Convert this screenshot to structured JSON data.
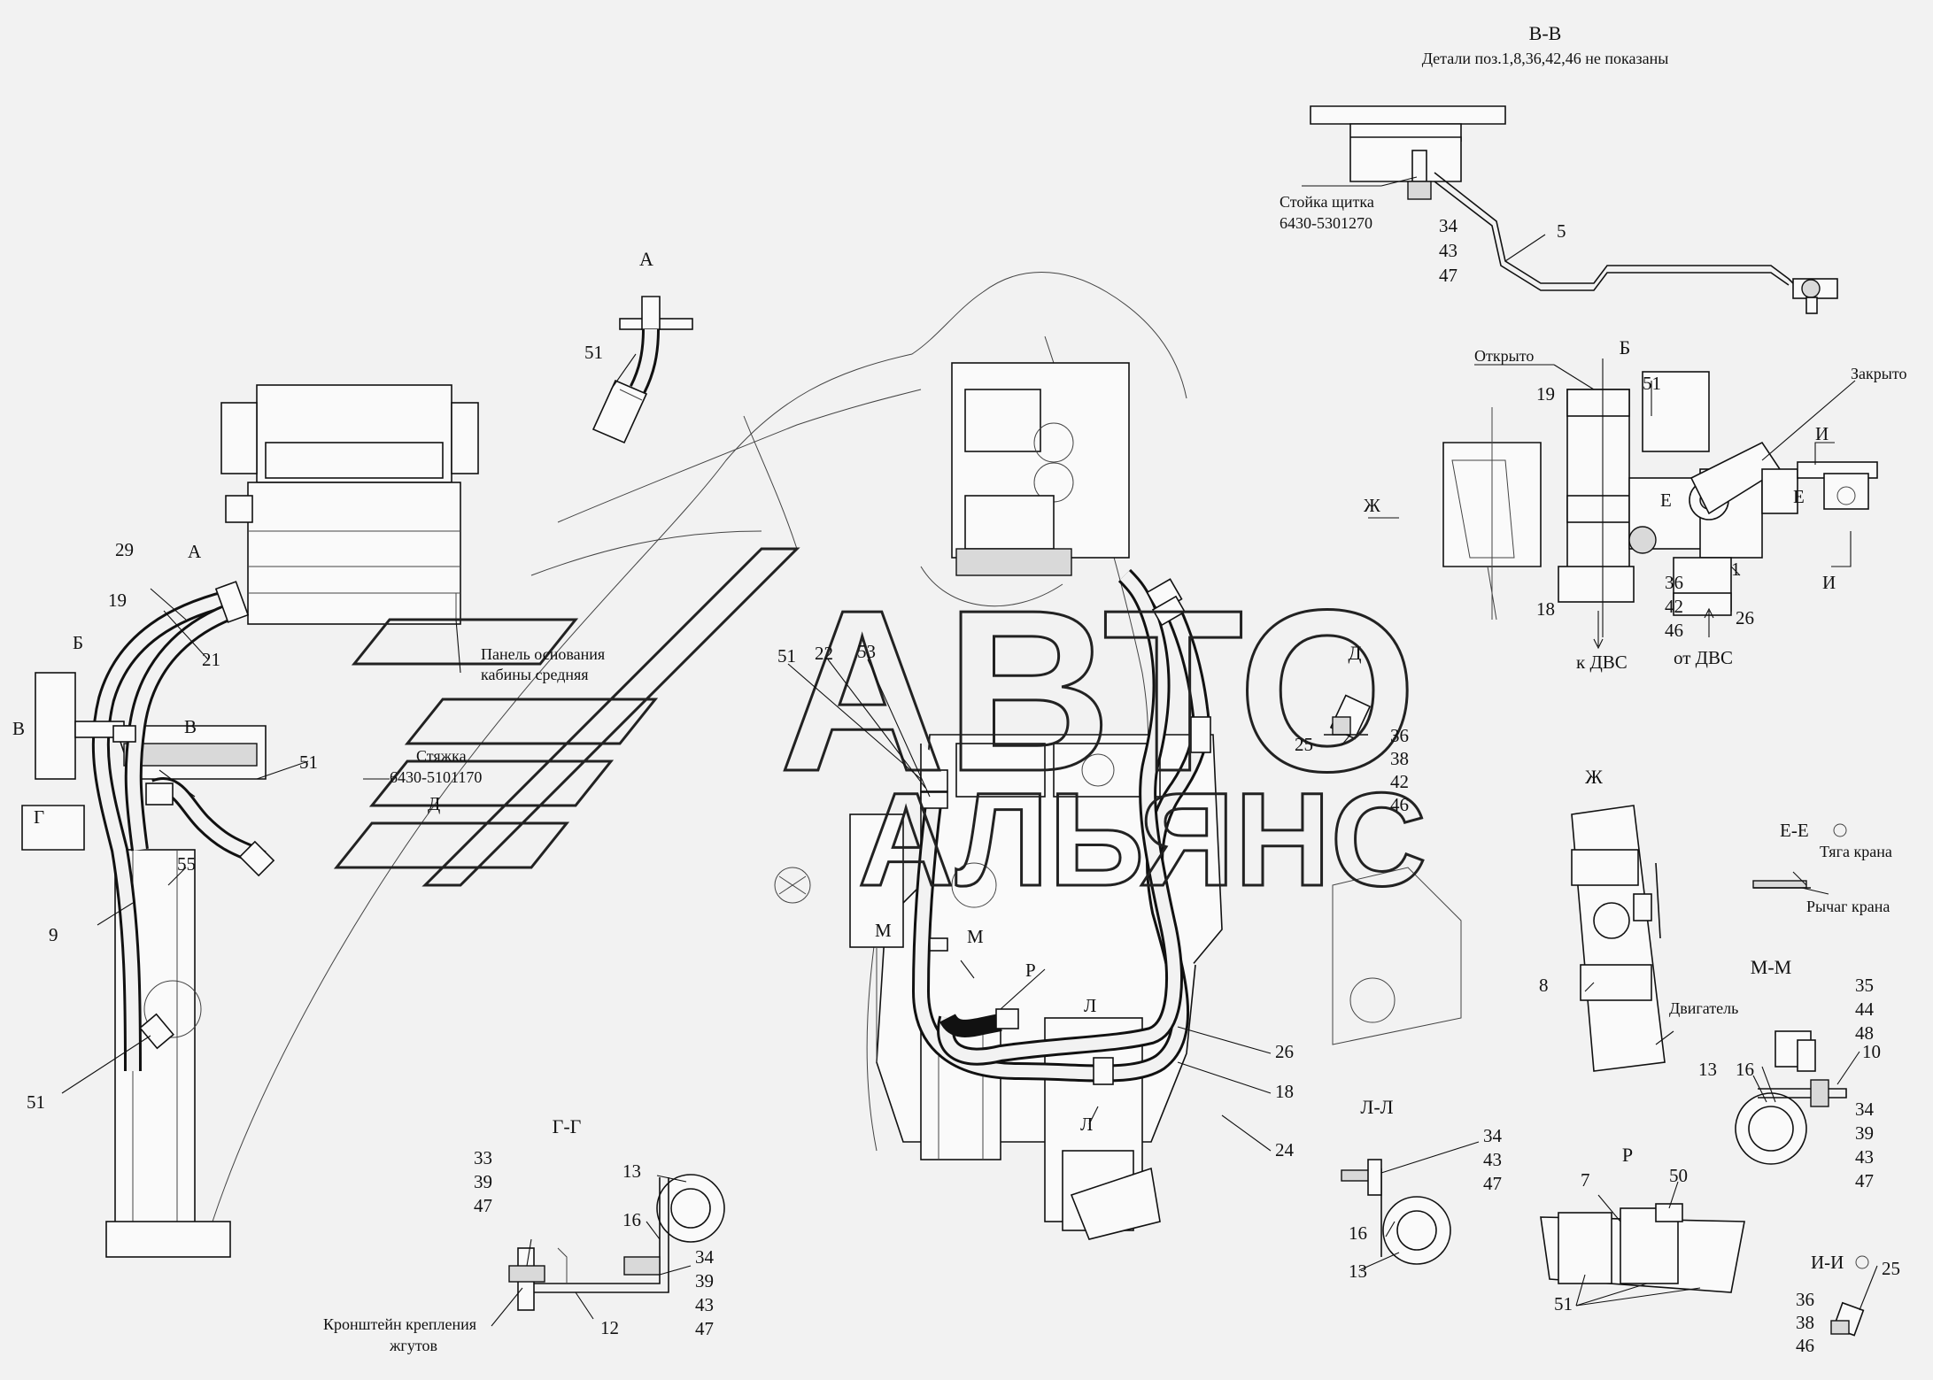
{
  "watermark": {
    "line1": "АВТО",
    "line2": "АЛЬЯНС"
  },
  "views": {
    "bb": {
      "title": "В-В",
      "note": "Детали поз.1,8,36,42,46 не показаны",
      "stand_label": "Стойка щитка",
      "stand_code": "6430-5301270",
      "stack": [
        "34",
        "43",
        "47"
      ],
      "pos": "5"
    },
    "a": {
      "title": "А",
      "pos": "51"
    },
    "b": {
      "title": "Б",
      "open": "Открыто",
      "closed": "Закрыто",
      "to_engine": "к ДВС",
      "from_engine": "от ДВС",
      "stack": [
        "36",
        "42",
        "46"
      ],
      "pos19": "19",
      "pos51": "51",
      "pos1": "1",
      "pos18": "18",
      "pos26": "26",
      "e": "Е",
      "i": "И",
      "zh": "Ж"
    },
    "d": {
      "title": "Д",
      "pos": "25",
      "stack": [
        "36",
        "38",
        "42",
        "46"
      ]
    },
    "zh": {
      "title": "Ж",
      "pos": "8"
    },
    "ee": {
      "title": "Е-Е",
      "rod": "Тяга крана",
      "lever": "Рычаг крана"
    },
    "mm": {
      "title": "М-М",
      "engine": "Двигатель",
      "stack_top": [
        "35",
        "44",
        "48"
      ],
      "stack_bot": [
        "34",
        "39",
        "43",
        "47"
      ],
      "pos13": "13",
      "pos16": "16",
      "pos10": "10"
    },
    "ll": {
      "title": "Л-Л",
      "stack": [
        "34",
        "43",
        "47"
      ],
      "pos16": "16",
      "pos13": "13"
    },
    "r": {
      "title": "Р",
      "pos7": "7",
      "pos50": "50",
      "pos51": "51"
    },
    "ii": {
      "title": "И-И",
      "pos": "25",
      "stack": [
        "36",
        "38",
        "46"
      ]
    },
    "gg": {
      "title": "Г-Г",
      "stack_left": [
        "33",
        "39",
        "47"
      ],
      "stack_right": [
        "34",
        "39",
        "43",
        "47"
      ],
      "pos13": "13",
      "pos16": "16",
      "pos12": "12",
      "bracket1": "Кронштейн крепления",
      "bracket2": "жгутов"
    }
  },
  "main": {
    "panel1": "Панель основания",
    "panel2": "кабины средняя",
    "tie_label": "Стяжка",
    "tie_code": "6430-5101170",
    "labels": {
      "p29": "29",
      "p19": "19",
      "p21": "21",
      "pB": "Б",
      "pV": "В",
      "pV2": "В",
      "pA": "А",
      "pG": "Г",
      "pD": "Д",
      "p51a": "51",
      "p55": "55",
      "p9": "9",
      "p51b": "51",
      "p51c": "51",
      "p22": "22",
      "p53": "53",
      "pM1": "М",
      "pM2": "М",
      "pR": "Р",
      "pL1": "Л",
      "pL2": "Л",
      "p26": "26",
      "p18": "18",
      "p24": "24"
    }
  }
}
